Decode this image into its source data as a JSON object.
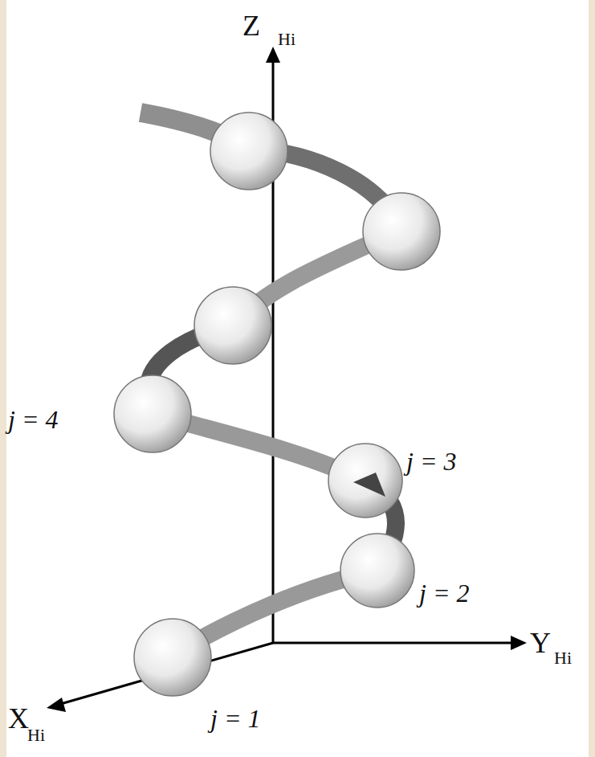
{
  "diagram": {
    "labels": [
      "Z",
      "Hi",
      "Y",
      "Hi",
      "X",
      "Hi",
      "j = 4",
      "j = 3",
      "j = 2",
      "j = 1"
    ]
  }
}
